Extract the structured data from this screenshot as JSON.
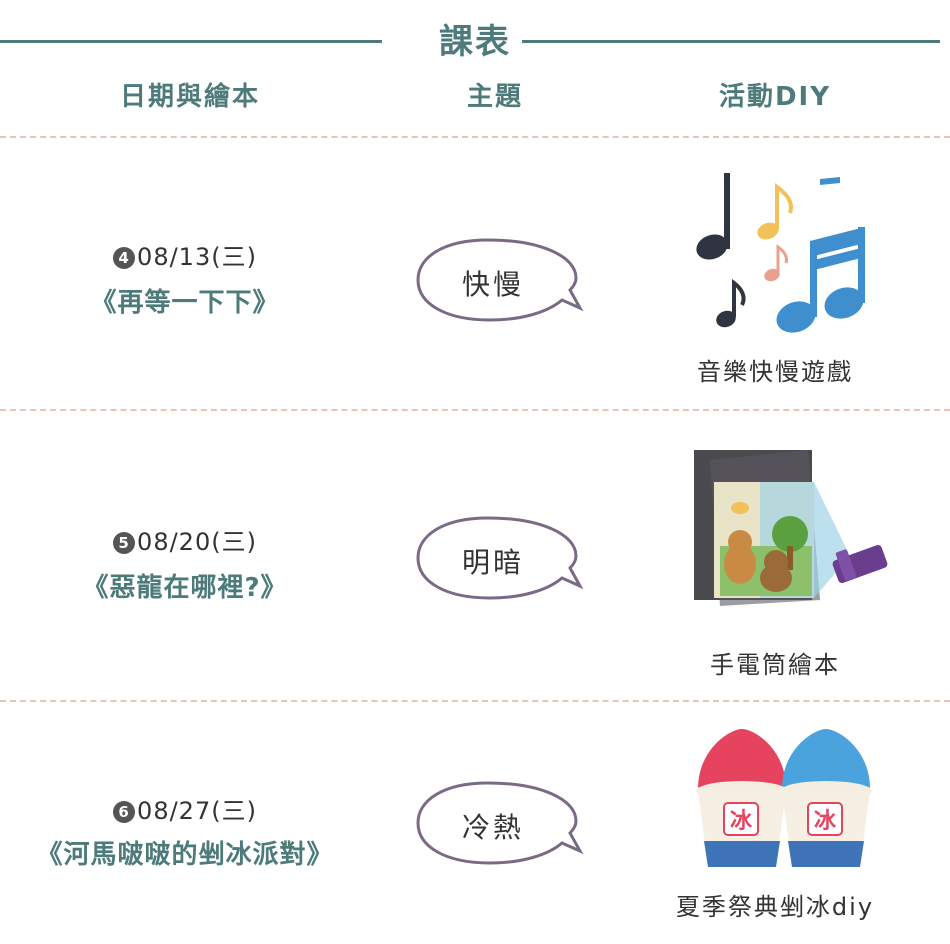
{
  "header": {
    "title": "課表"
  },
  "columns": {
    "date_book": "日期與繪本",
    "theme": "主題",
    "activity": "活動DIY"
  },
  "rows": [
    {
      "num": "4",
      "date": "08/13(三)",
      "book": "《再等一下下》",
      "theme": "快慢",
      "activity": "音樂快慢遊戲",
      "icon": "music-notes-icon"
    },
    {
      "num": "5",
      "date": "08/20(三)",
      "book": "《惡龍在哪裡?》",
      "theme": "明暗",
      "activity": "手電筒繪本",
      "icon": "flashlight-book-icon"
    },
    {
      "num": "6",
      "date": "08/27(三)",
      "book": "《河馬啵啵的剉冰派對》",
      "theme": "冷熱",
      "activity": "夏季祭典剉冰diy",
      "icon": "shaved-ice-icon"
    }
  ],
  "colors": {
    "accent": "#4d7a7a",
    "bubble_border": "#7a6a85",
    "divider": "#e7c3b8"
  }
}
